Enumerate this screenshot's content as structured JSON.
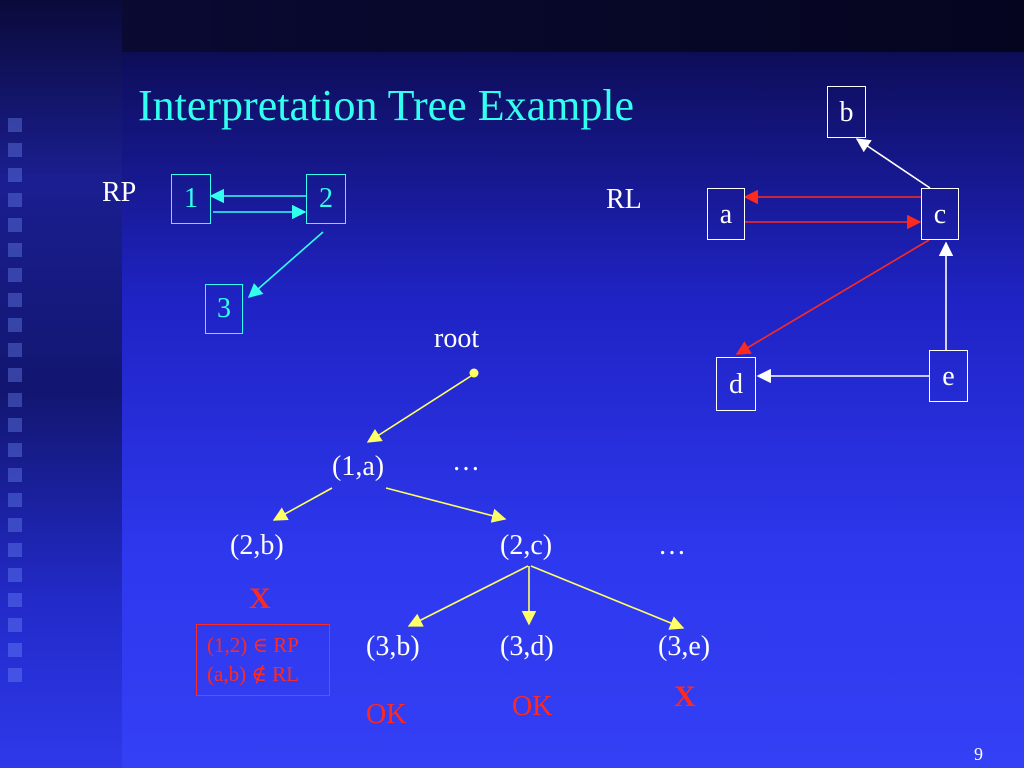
{
  "slide": {
    "title": "Interpretation Tree Example",
    "slide_number": "9"
  },
  "rp_graph": {
    "label": "RP",
    "nodes": [
      "1",
      "2",
      "3"
    ]
  },
  "rl_graph": {
    "label": "RL",
    "nodes": [
      "a",
      "b",
      "c",
      "d",
      "e"
    ]
  },
  "tree": {
    "root_label": "root",
    "level1": {
      "node": "(1,a)",
      "ellipsis": "…"
    },
    "level2": {
      "left": "(2,b)",
      "right": "(2,c)",
      "ellipsis": "…"
    },
    "level3": {
      "left": "(3,b)",
      "middle": "(3,d)",
      "right": "(3,e)"
    },
    "results": {
      "node_2b": "X",
      "node_3b": "OK",
      "node_3d": "OK",
      "node_3e": "X"
    },
    "condition": {
      "line1": "(1,2) ∈ RP",
      "line2": "(a,b) ∉ RL"
    }
  },
  "colors": {
    "accent_cyan": "#33ffee",
    "highlight_red": "#ff2a1e",
    "tree_yellow": "#ffff66",
    "background_blue": "#2e38ee"
  }
}
